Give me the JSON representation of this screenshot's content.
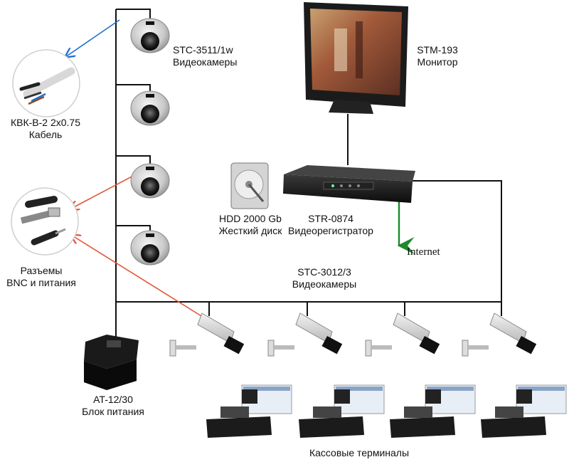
{
  "labels": {
    "dome_camera_model": "STC-3511/1w",
    "dome_camera_name": "Видеокамеры",
    "monitor_model": "STM-193",
    "monitor_name": "Монитор",
    "cable_model": "КВК-В-2 2х0.75",
    "cable_name": "Кабель",
    "hdd_model": "HDD 2000 Gb",
    "hdd_name": "Жесткий диск",
    "dvr_model": "STR-0874",
    "dvr_name": "Видеорегистратор",
    "internet": "Internet",
    "connectors_line1": "Разъемы",
    "connectors_line2": "BNC и питания",
    "box_camera_model": "STC-3012/3",
    "box_camera_name": "Видеокамеры",
    "psu_model": "AT-12/30",
    "psu_name": "Блок питания",
    "pos_terminals": "Кассовые терминалы"
  },
  "colors": {
    "wire": "#111111",
    "arrow_blue": "#1f6fd0",
    "arrow_red": "#e2553a",
    "arrow_green": "#1a8a2a"
  }
}
